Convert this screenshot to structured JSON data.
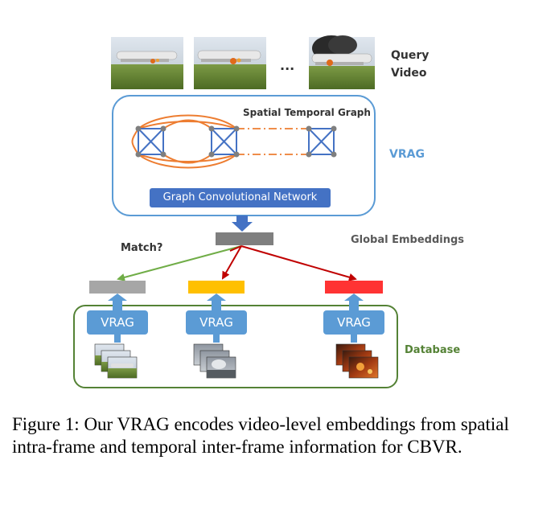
{
  "figure": {
    "query_label": "Query Video",
    "ellipsis": "...",
    "stg_label": "Spatial Temporal Graph",
    "vrag_label": "VRAG",
    "gcn_label": "Graph Convolutional Network",
    "global_label": "Global Embeddings",
    "match_label": "Match?",
    "db_label": "Database",
    "db_vrag_labels": [
      "VRAG",
      "VRAG",
      "VRAG"
    ],
    "colors": {
      "vrag_box": "#5b9bd5",
      "gcn_bar": "#4472c4",
      "orange_graph": "#ed7d31",
      "blue_graph": "#4472c4",
      "embed_gray": "#7f7f7f",
      "embed_lightgray": "#a6a6a6",
      "embed_yellow": "#ffc000",
      "embed_red": "#ff3333",
      "match_arrow": "#70ad47",
      "red_arrow": "#c00000",
      "database_box": "#548235"
    }
  },
  "caption": "Figure 1: Our VRAG encodes video-level embeddings from spatial intra-frame and temporal inter-frame information for CBVR."
}
